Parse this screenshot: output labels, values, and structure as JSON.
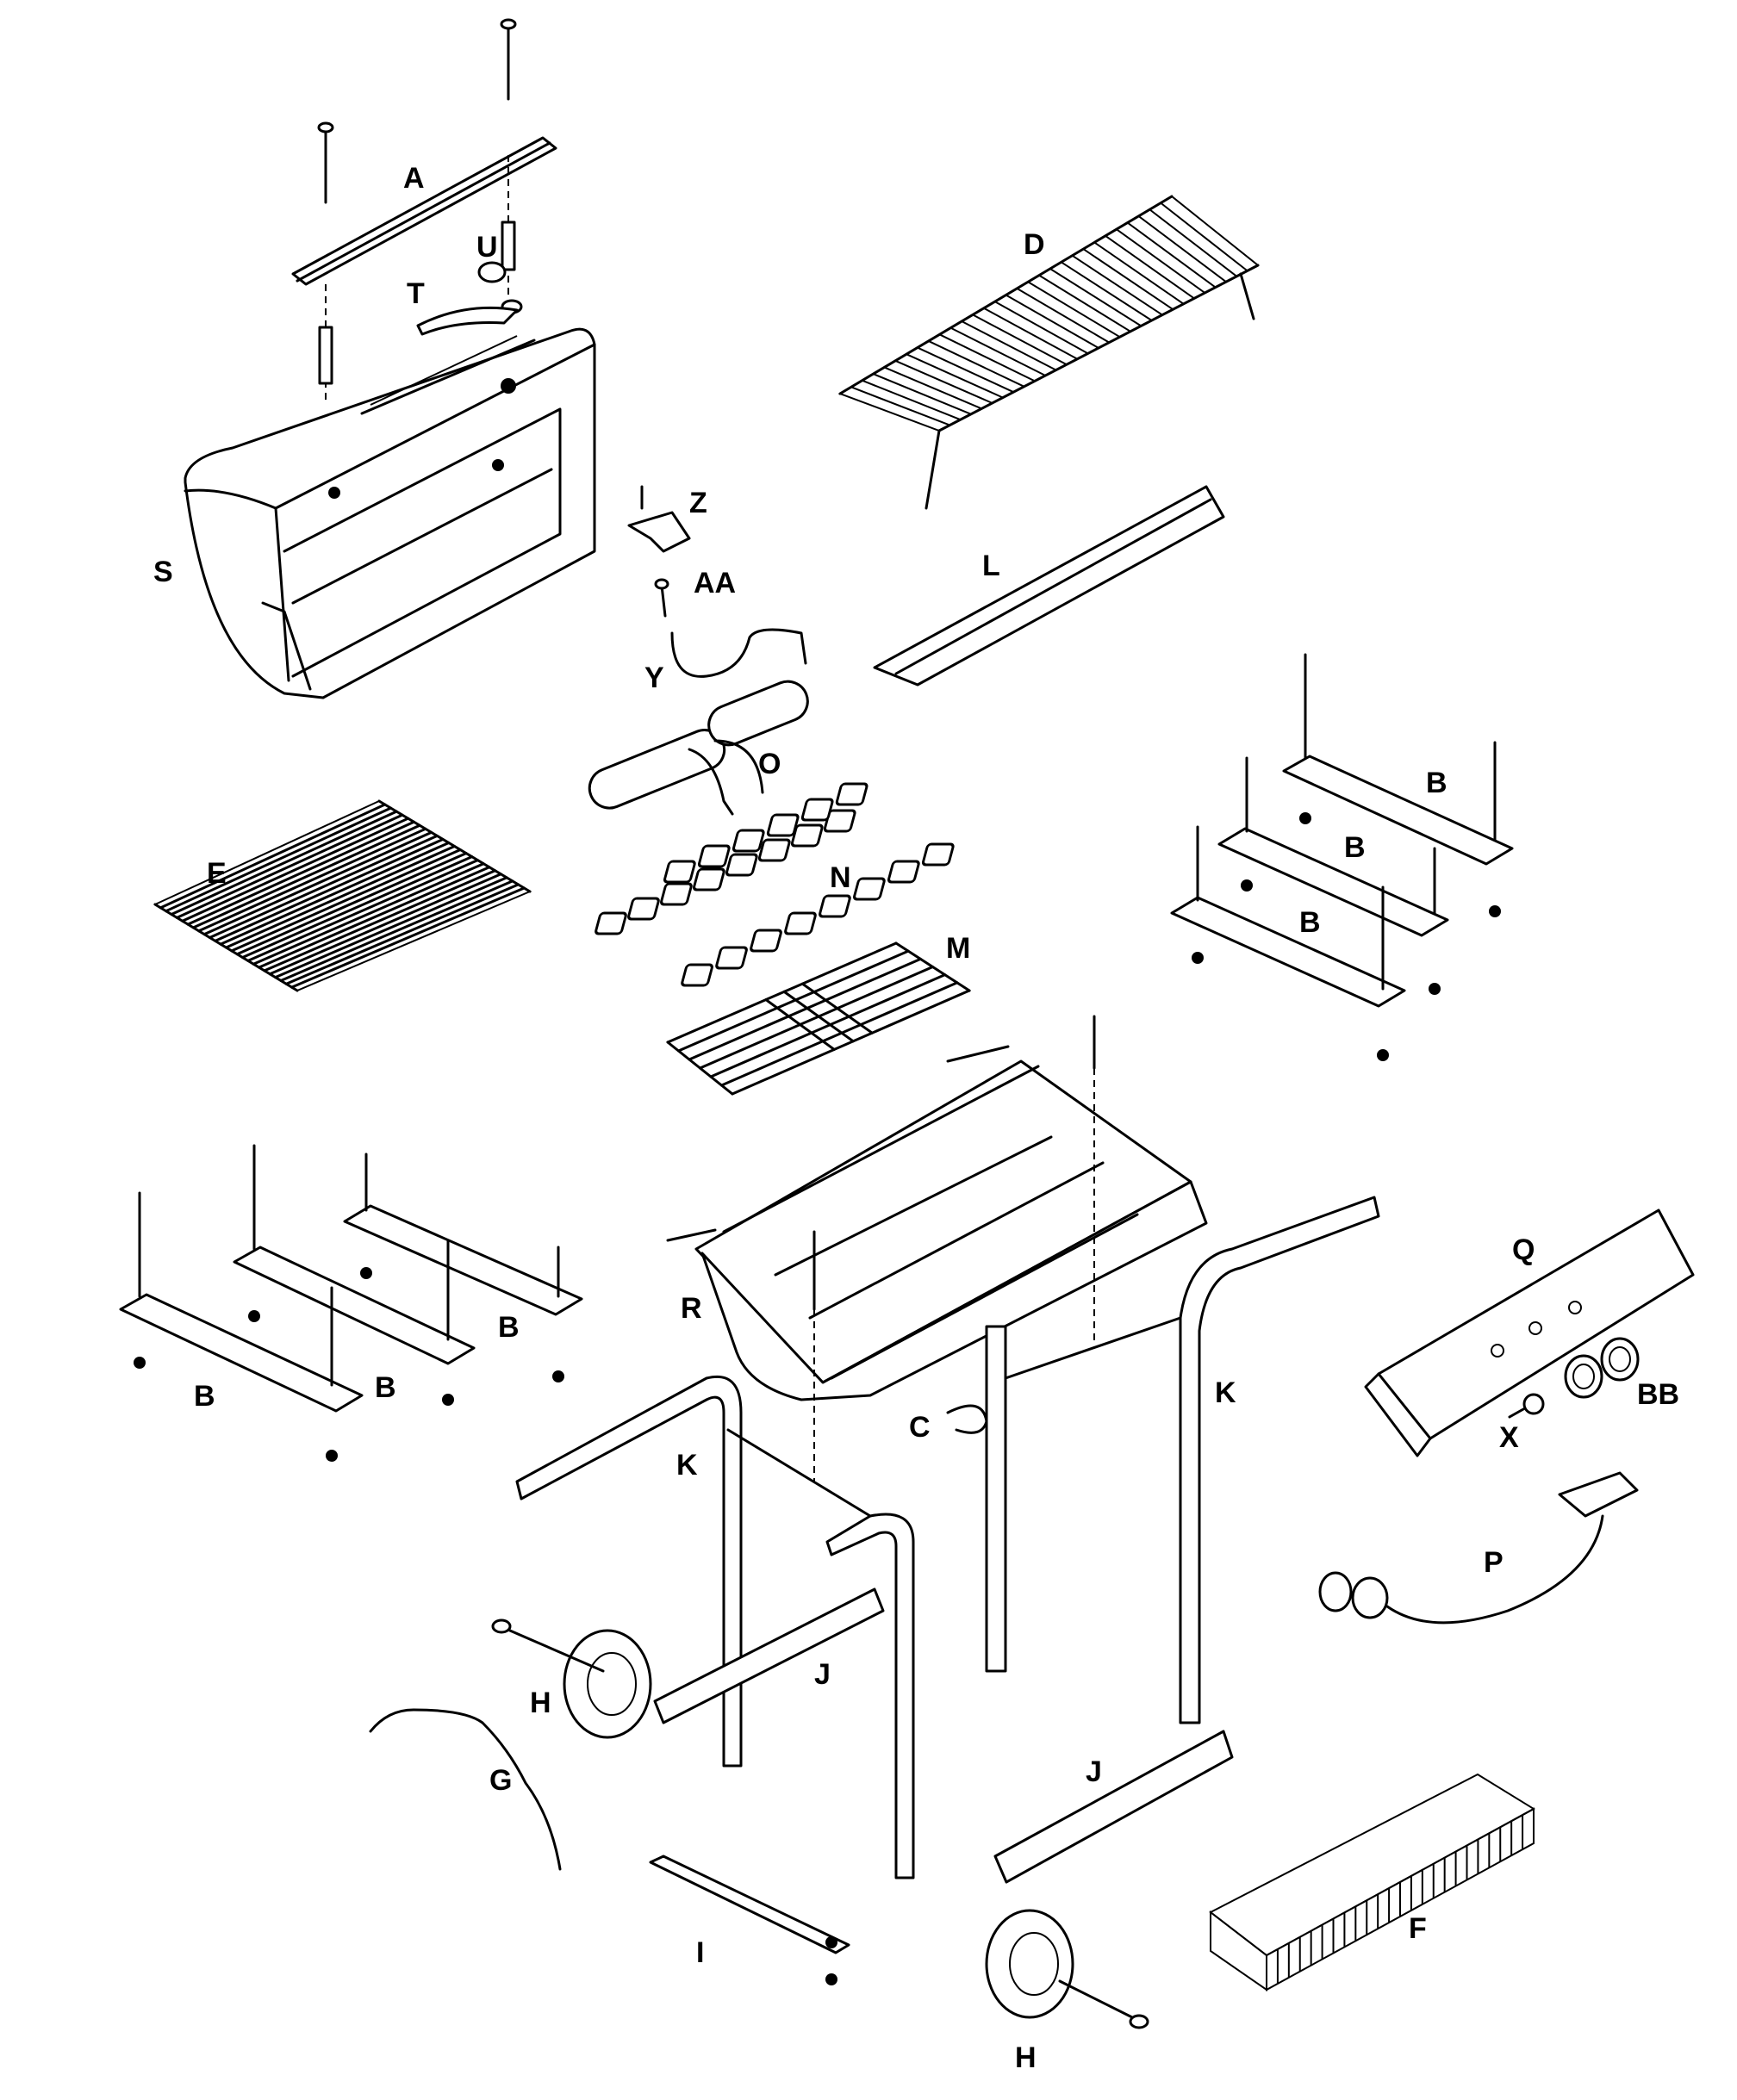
{
  "labels": {
    "A": "A",
    "U": "U",
    "T": "T",
    "D": "D",
    "Z": "Z",
    "S": "S",
    "AA": "AA",
    "L": "L",
    "Y": "Y",
    "O": "O",
    "B1": "B",
    "B2": "B",
    "B3": "B",
    "E": "E",
    "N": "N",
    "M": "M",
    "B4": "B",
    "B5": "B",
    "B6": "B",
    "R": "R",
    "Q": "Q",
    "BB": "BB",
    "C": "C",
    "K1": "K",
    "K2": "K",
    "X": "X",
    "P": "P",
    "H1": "H",
    "J1": "J",
    "G": "G",
    "J2": "J",
    "F": "F",
    "I": "I",
    "H2": "H"
  }
}
